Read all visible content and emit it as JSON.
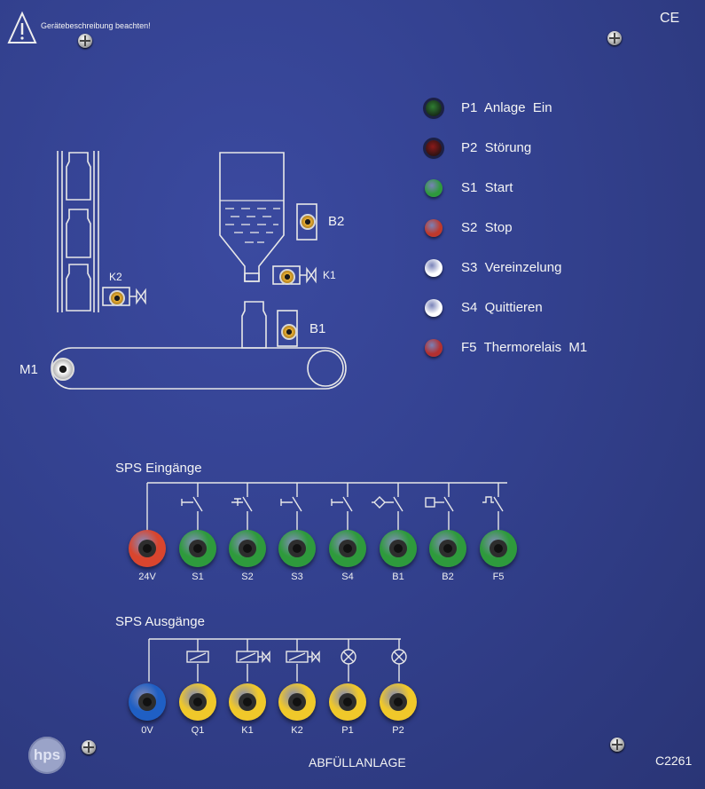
{
  "header": {
    "warning_text": "Gerätebeschreibung beachten!",
    "ce_mark": "CE"
  },
  "indicators": [
    {
      "label": "P1  Anlage  Ein",
      "color": "#2f7d32"
    },
    {
      "label": "P2  Störung",
      "color": "#8a1a1a"
    },
    {
      "label": "S1  Start",
      "color": "#2e9a3c"
    },
    {
      "label": "S2  Stop",
      "color": "#c0392b"
    },
    {
      "label": "S3  Vereinzelung",
      "color": "#ffffff"
    },
    {
      "label": "S4  Quittieren",
      "color": "#ffffff"
    },
    {
      "label": "F5  Thermorelais  M1",
      "color": "#b33030"
    }
  ],
  "diagram": {
    "labels": {
      "b2": "B2",
      "k1": "K1",
      "b1": "B1",
      "k2": "K2",
      "m1": "M1"
    }
  },
  "inputs": {
    "title": "SPS  Eingänge",
    "sockets": [
      {
        "label": "24V",
        "color": "#d9452e"
      },
      {
        "label": "S1",
        "color": "#2e9a3c"
      },
      {
        "label": "S2",
        "color": "#2e9a3c"
      },
      {
        "label": "S3",
        "color": "#2e9a3c"
      },
      {
        "label": "S4",
        "color": "#2e9a3c"
      },
      {
        "label": "B1",
        "color": "#2e9a3c"
      },
      {
        "label": "B2",
        "color": "#2e9a3c"
      },
      {
        "label": "F5",
        "color": "#2e9a3c"
      }
    ]
  },
  "outputs": {
    "title": "SPS  Ausgänge",
    "sockets": [
      {
        "label": "0V",
        "color": "#1f5fc4"
      },
      {
        "label": "Q1",
        "color": "#f0c82a"
      },
      {
        "label": "K1",
        "color": "#f0c82a"
      },
      {
        "label": "K2",
        "color": "#f0c82a"
      },
      {
        "label": "P1",
        "color": "#f0c82a"
      },
      {
        "label": "P2",
        "color": "#f0c82a"
      }
    ]
  },
  "footer": {
    "logo": "hps",
    "title": "ABFÜLLANLAGE",
    "model": "C2261"
  }
}
